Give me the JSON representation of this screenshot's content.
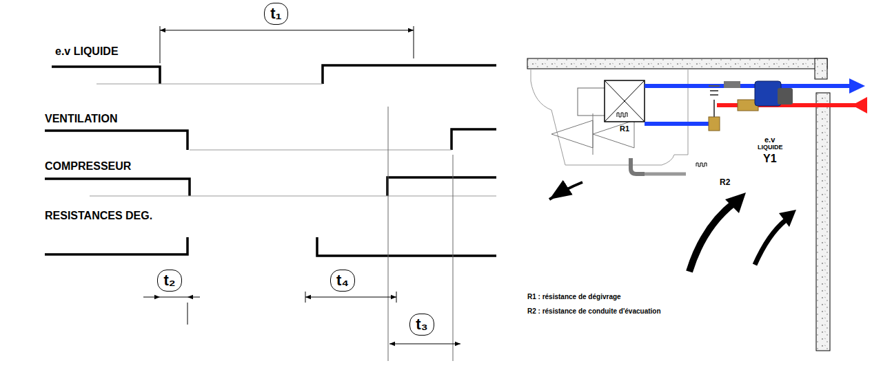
{
  "diagram": {
    "nodes": [
      {
        "text": [
          "t₁"
        ]
      },
      {
        "text": [
          "t₂"
        ]
      },
      {
        "text": [
          "t₄"
        ]
      },
      {
        "text": [
          "t₃"
        ]
      }
    ],
    "labels": [
      "e.v LIQUIDE",
      "VENTILATION",
      "COMPRESSEUR",
      "RESISTANCES DEG.",
      "R1",
      "e.v",
      "LIQUIDE",
      "Y1",
      "R2",
      "R1 : résistance de dégivrage",
      "R2 : résistance de conduite d'évacuation"
    ]
  }
}
